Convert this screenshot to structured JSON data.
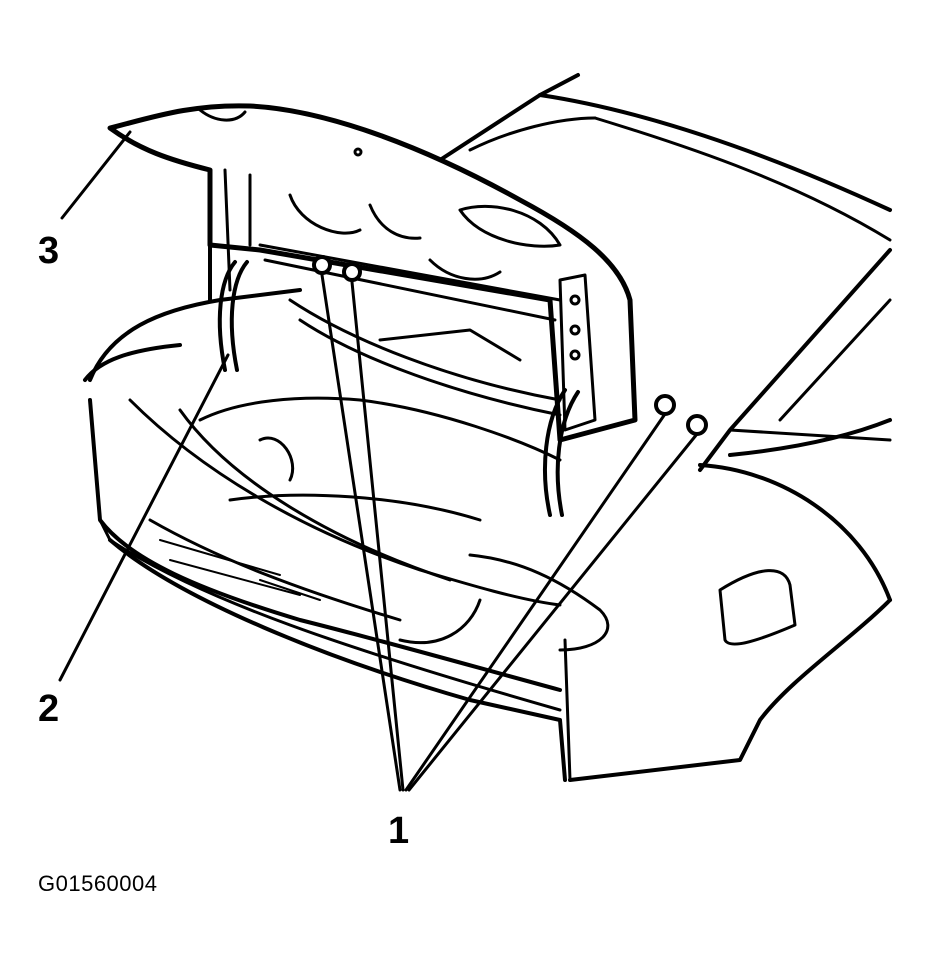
{
  "callouts": [
    {
      "id": "1",
      "label": "1"
    },
    {
      "id": "2",
      "label": "2"
    },
    {
      "id": "3",
      "label": "3"
    }
  ],
  "figure_id": "G01560004"
}
